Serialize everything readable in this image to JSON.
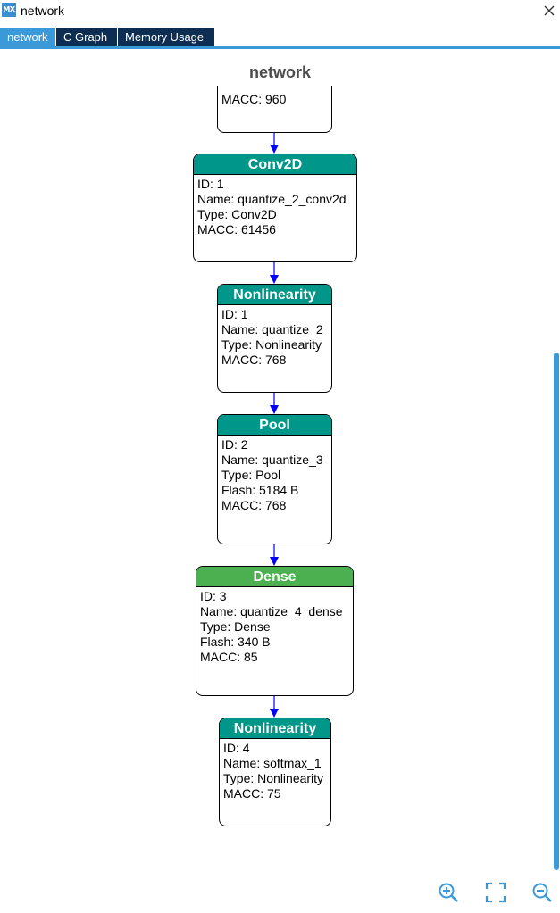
{
  "window": {
    "logo_text": "MX",
    "title": "network"
  },
  "tabs": [
    {
      "label": "network",
      "active": true
    },
    {
      "label": "C Graph",
      "active": false
    },
    {
      "label": "Memory Usage",
      "active": false
    }
  ],
  "graph": {
    "title": "network",
    "partial_top_node": {
      "lines": [
        "MACC: 960"
      ]
    },
    "nodes": [
      {
        "header": "Conv2D",
        "color": "#00968a",
        "lines": [
          "ID: 1",
          "Name: quantize_2_conv2d",
          "Type: Conv2D",
          "MACC: 61456"
        ]
      },
      {
        "header": "Nonlinearity",
        "color": "#00968a",
        "lines": [
          "ID: 1",
          "Name: quantize_2",
          "Type: Nonlinearity",
          "MACC: 768"
        ]
      },
      {
        "header": "Pool",
        "color": "#00968a",
        "lines": [
          "ID: 2",
          "Name: quantize_3",
          "Type: Pool",
          "Flash: 5184 B",
          "MACC: 768"
        ]
      },
      {
        "header": "Dense",
        "color": "#4caf50",
        "lines": [
          "ID: 3",
          "Name: quantize_4_dense",
          "Type: Dense",
          "Flash: 340 B",
          "MACC: 85"
        ]
      },
      {
        "header": "Nonlinearity",
        "color": "#00968a",
        "lines": [
          "ID: 4",
          "Name: softmax_1",
          "Type: Nonlinearity",
          "MACC: 75"
        ]
      }
    ],
    "edge_color": "#0000ff"
  },
  "toolbar": {
    "zoom_in_icon": "zoom-in-icon",
    "fit_icon": "fit-to-screen-icon",
    "zoom_out_icon": "zoom-out-icon",
    "accent": "#3a9ad9"
  }
}
